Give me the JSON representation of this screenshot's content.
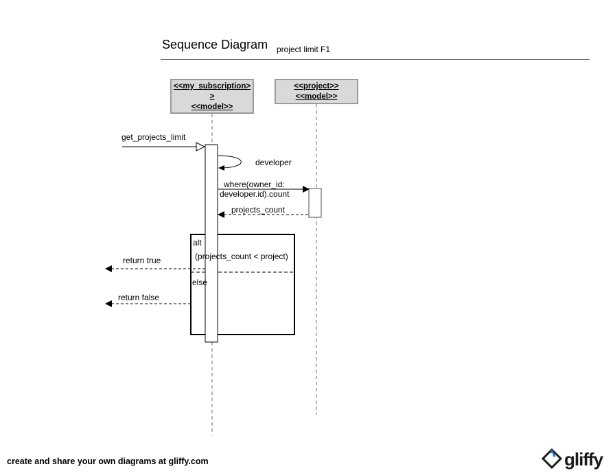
{
  "header": {
    "title": "Sequence Diagram",
    "subtitle": "project limit F1"
  },
  "lifelines": [
    {
      "lines": [
        "<<my_subscription>",
        ">",
        "<<model>>"
      ]
    },
    {
      "lines": [
        "<<project>>",
        "<<model>>"
      ]
    }
  ],
  "messages": {
    "get_projects_limit": "get_projects_limit",
    "developer": "developer",
    "where_line1": "where(owner_id:",
    "where_line2": "developer.id).count",
    "projects_count": "projects_count",
    "return_true": "return true",
    "return_false": "return false"
  },
  "alt_fragment": {
    "operator": "alt",
    "guard": "(projects_count < project)",
    "else_label": "else"
  },
  "footer": {
    "text": "create and share your own diagrams at gliffy.com",
    "brand": "gliffy"
  },
  "colors": {
    "lifeline_fill": "#d9d9d9",
    "lifeline_border": "#9a9a9a",
    "line": "#000000",
    "dashed": "#888888",
    "brand_accent": "#1e6fd9"
  }
}
